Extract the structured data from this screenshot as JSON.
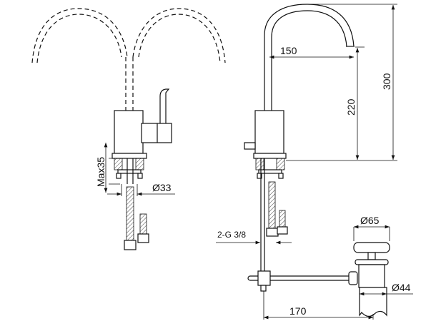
{
  "title": "Faucet technical drawing",
  "dimensions": {
    "spout_reach": "150",
    "spout_height": "220",
    "total_height": "300",
    "max_deck_thickness": "Max35",
    "hole_diameter": "Ø33",
    "connection": "2-G 3/8",
    "drain_cap_diameter": "Ø65",
    "drain_body_diameter": "Ø44",
    "drain_rod_length": "170"
  }
}
